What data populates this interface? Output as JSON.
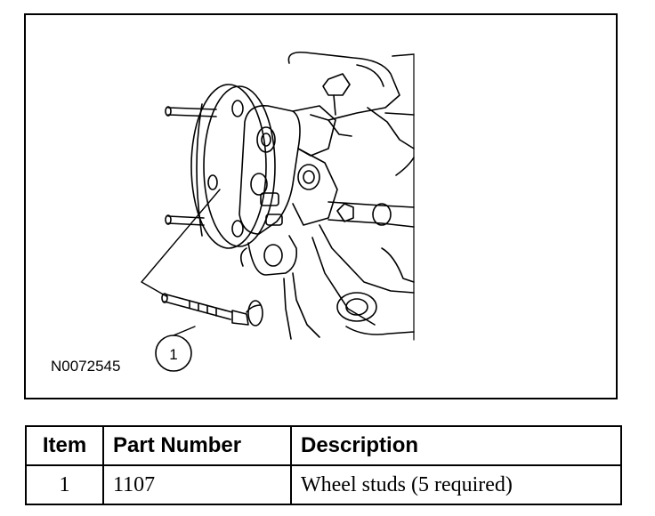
{
  "figure": {
    "id": "N0072545",
    "callout": "1"
  },
  "parts_table": {
    "headers": [
      "Item",
      "Part Number",
      "Description"
    ],
    "rows": [
      {
        "item": "1",
        "part_number": "1107",
        "description": "Wheel studs (5 required)"
      }
    ]
  }
}
